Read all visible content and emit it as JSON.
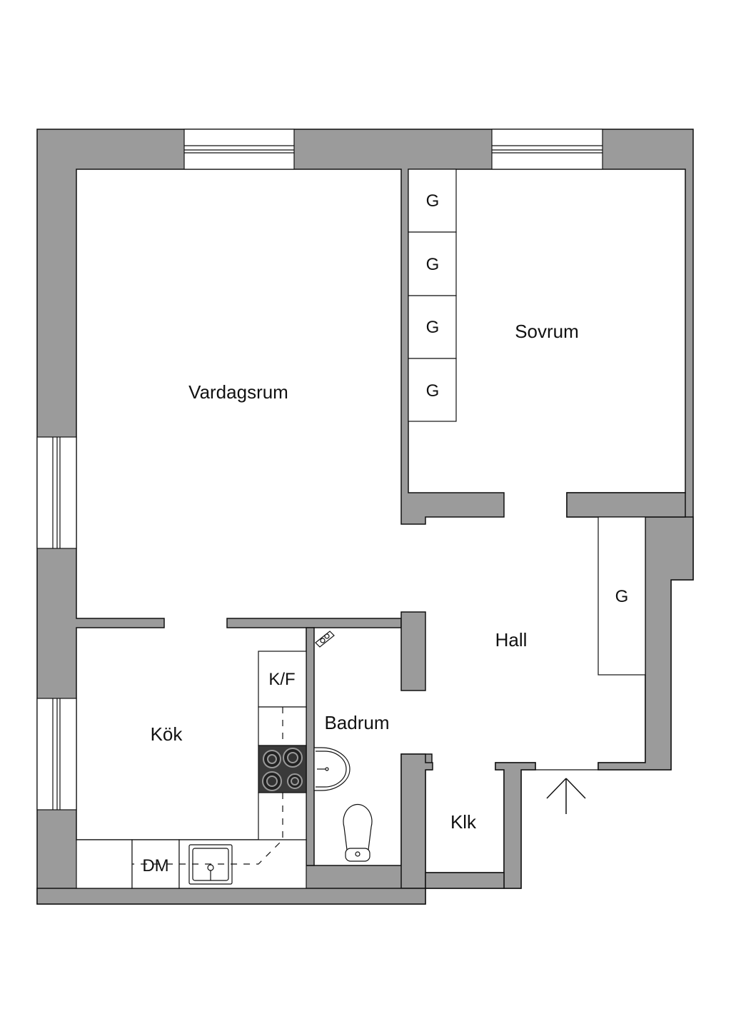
{
  "rooms": {
    "vardagsrum": "Vardagsrum",
    "sovrum": "Sovrum",
    "hall": "Hall",
    "kok": "Kök",
    "badrum": "Badrum",
    "klk": "Klk"
  },
  "closets": {
    "g1": "G",
    "g2": "G",
    "g3": "G",
    "g4": "G",
    "g_hall": "G"
  },
  "fixtures": {
    "fridge": "K/F",
    "dishwasher": "DM"
  },
  "colors": {
    "wall": "#9b9b9b",
    "line": "#111111",
    "stove": "#3a3a3a"
  }
}
